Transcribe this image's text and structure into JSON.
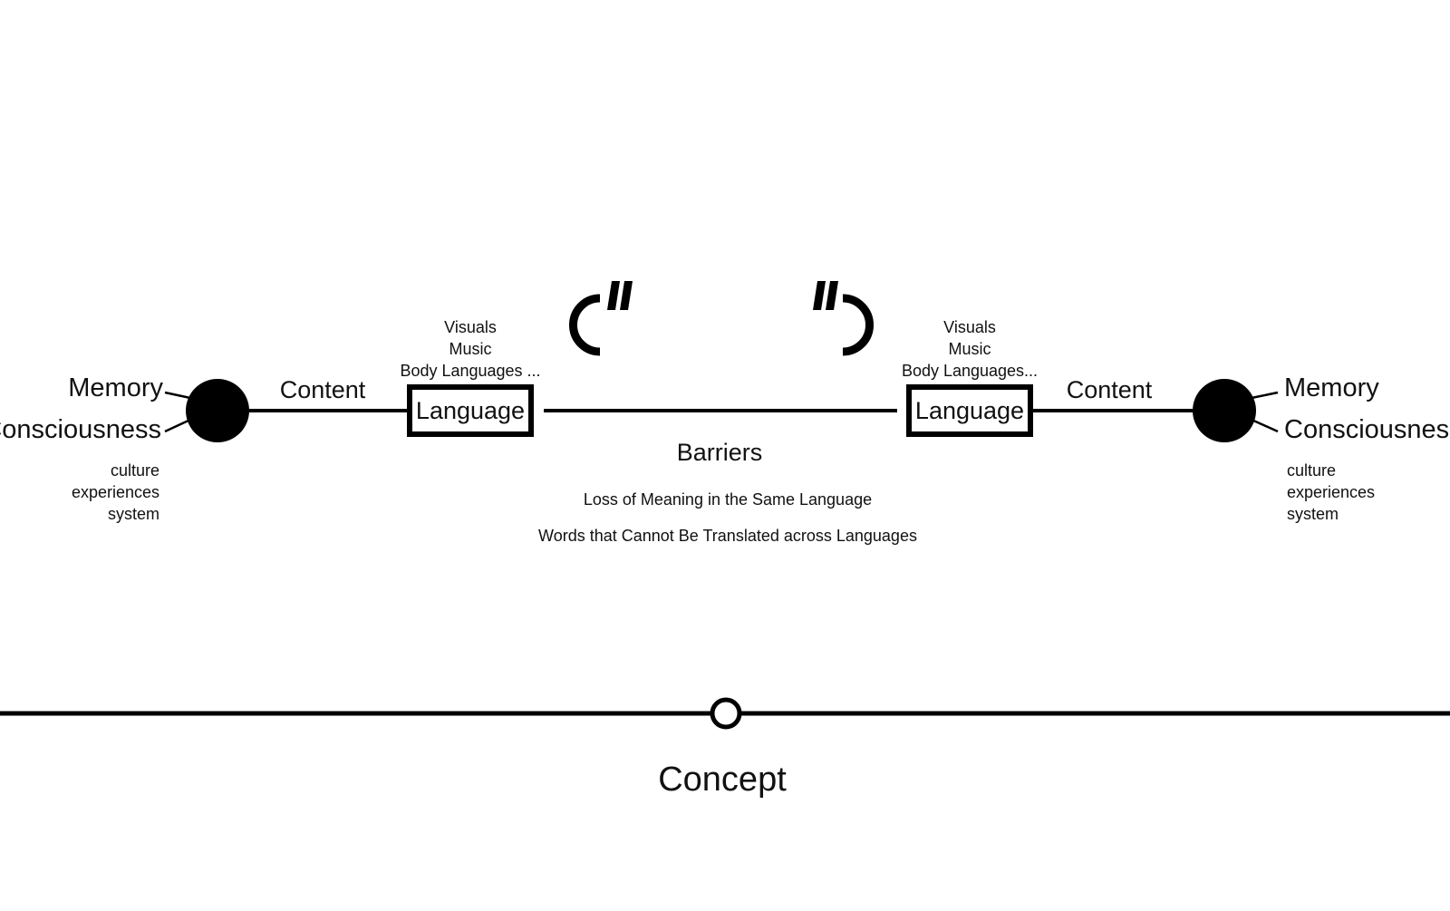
{
  "left": {
    "memory": "Memory",
    "consciousness": "Consciousness",
    "sublabels": [
      "culture",
      "experiences",
      "system"
    ],
    "content": "Content",
    "language_box": "Language",
    "modalities": [
      "Visuals",
      "Music",
      "Body Languages ..."
    ]
  },
  "right": {
    "memory": "Memory",
    "consciousness": "Consciousness",
    "sublabels": [
      "culture",
      "experiences",
      "system"
    ],
    "content": "Content",
    "language_box": "Language",
    "modalities": [
      "Visuals",
      "Music",
      "Body Languages..."
    ]
  },
  "barriers": {
    "title": "Barriers",
    "items": [
      "Loss of Meaning in the Same Language",
      "Words that Cannot Be Translated across Languages"
    ]
  },
  "concept": {
    "label": "Concept"
  }
}
